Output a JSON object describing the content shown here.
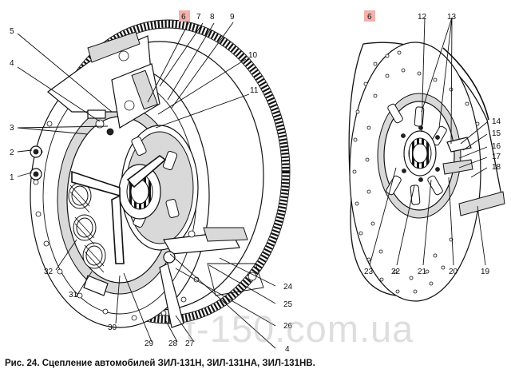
{
  "caption": "Рис. 24. Сцепление автомобилей ЗИЛ-131Н, ЗИЛ-131НА, ЗИЛ-131НВ.",
  "watermark": "t-150.com.ua",
  "highlight_color": "#f4b0aa",
  "left_labels": {
    "l1": "1",
    "l2": "2",
    "l3": "3",
    "l4": "4",
    "l5": "5",
    "l6": "6",
    "l7": "7",
    "l8": "8",
    "l9": "9",
    "l10": "10",
    "l11": "11",
    "l24": "24",
    "l25": "25",
    "l26": "26",
    "l4b": "4",
    "l27": "27",
    "l28": "28",
    "l29": "29",
    "l30": "30",
    "l31": "31",
    "l32": "32"
  },
  "right_labels": {
    "r6": "6",
    "r12": "12",
    "r13": "13",
    "r14": "14",
    "r15": "15",
    "r16": "16",
    "r17": "17",
    "r18": "18",
    "r19": "19",
    "r20": "20",
    "r21": "21",
    "r22": "22",
    "r23": "23"
  }
}
